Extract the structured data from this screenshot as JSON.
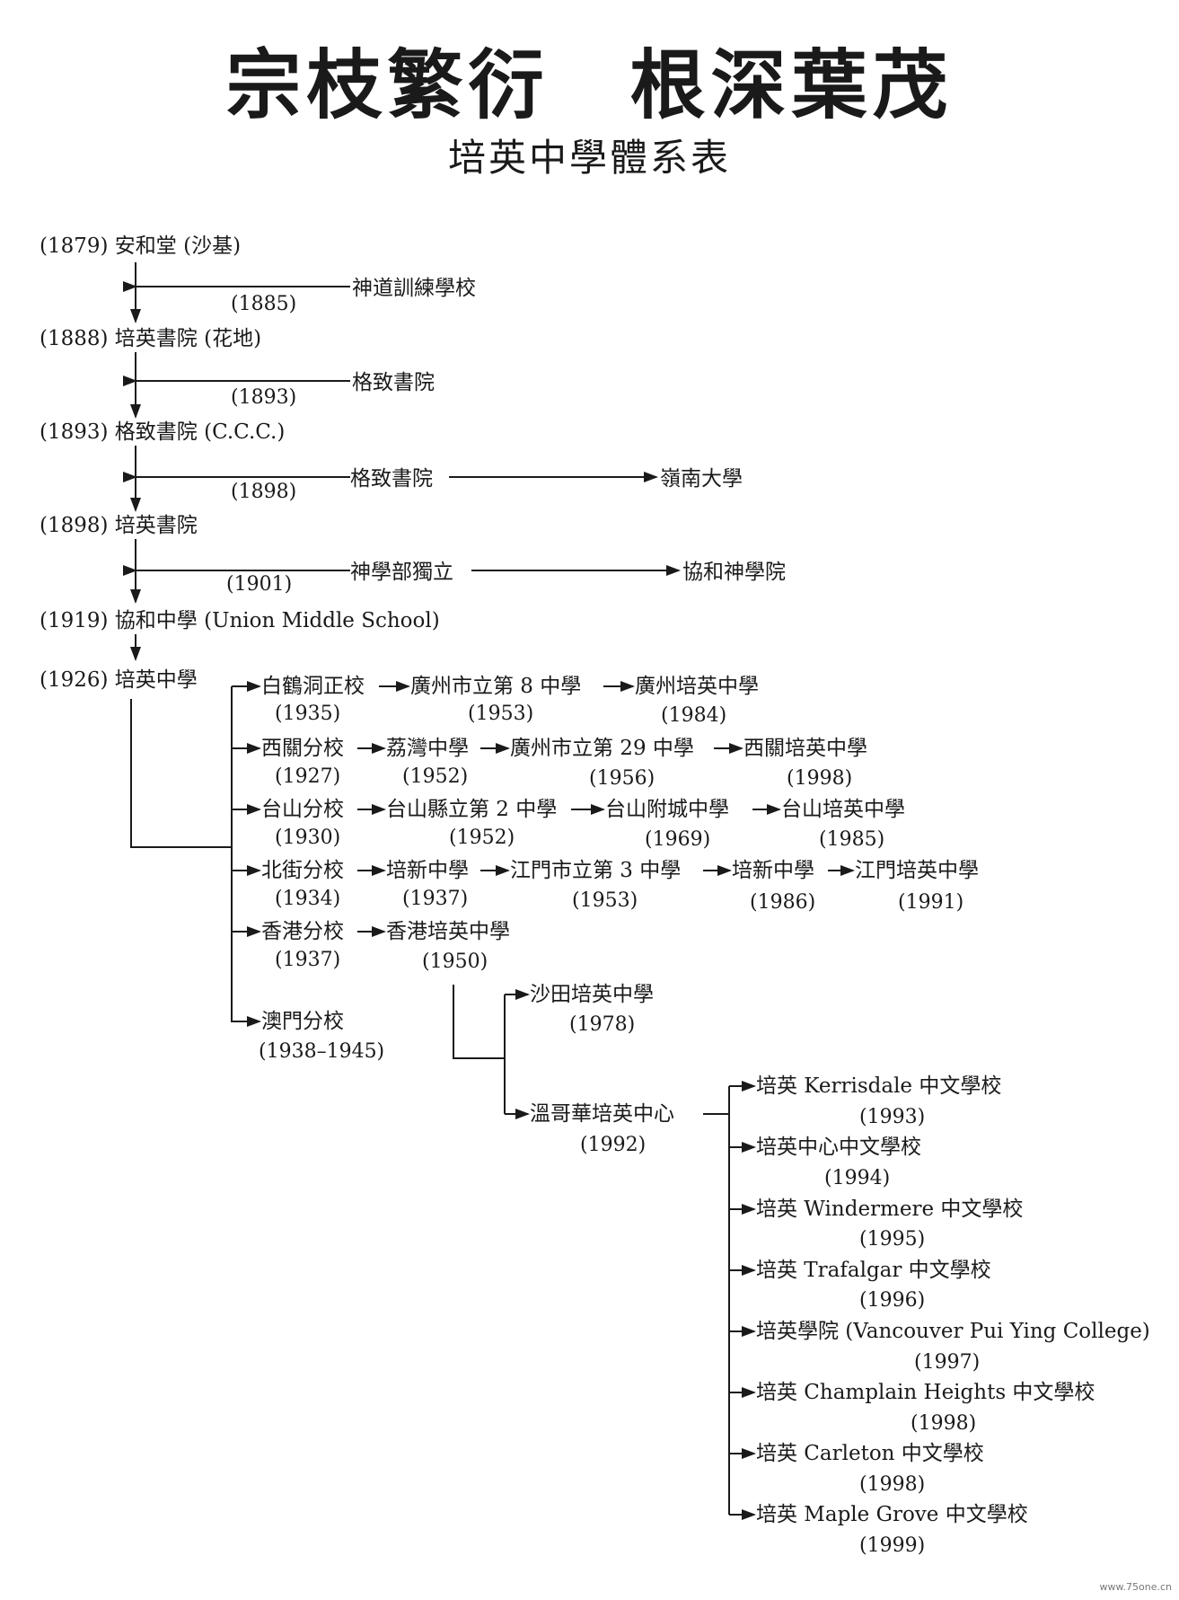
{
  "title": "宗枝繁衍　根深葉茂",
  "subtitle": "培英中學體系表",
  "nodes": {
    "n1879": "(1879) 安和堂 (沙基)",
    "n1885b": "神道訓練學校",
    "y1885": "(1885)",
    "n1888": "(1888) 培英書院 (花地)",
    "n1893b": "格致書院",
    "y1893": "(1893)",
    "n1893": "(1893) 格致書院 (C.C.C.)",
    "n1898b": "格致書院",
    "n1898c": "嶺南大學",
    "y1898": "(1898)",
    "n1898": "(1898) 培英書院",
    "n1901b": "神學部獨立",
    "n1901c": "協和神學院",
    "y1901": "(1901)",
    "n1919": "(1919) 協和中學 (Union Middle School)",
    "n1926": "(1926) 培英中學",
    "r1a": "白鶴洞正校",
    "r1b": "廣州市立第 8 中學",
    "r1c": "廣州培英中學",
    "r1ya": "(1935)",
    "r1yb": "(1953)",
    "r1yc": "(1984)",
    "r2a": "西關分校",
    "r2b": "荔灣中學",
    "r2c": "廣州市立第 29 中學",
    "r2d": "西關培英中學",
    "r2ya": "(1927)",
    "r2yb": "(1952)",
    "r2yc": "(1956)",
    "r2yd": "(1998)",
    "r3a": "台山分校",
    "r3b": "台山縣立第 2 中學",
    "r3c": "台山附城中學",
    "r3d": "台山培英中學",
    "r3ya": "(1930)",
    "r3yb": "(1952)",
    "r3yc": "(1969)",
    "r3yd": "(1985)",
    "r4a": "北街分校",
    "r4b": "培新中學",
    "r4c": "江門市立第 3 中學",
    "r4d": "培新中學",
    "r4e": "江門培英中學",
    "r4ya": "(1934)",
    "r4yb": "(1937)",
    "r4yc": "(1953)",
    "r4yd": "(1986)",
    "r4ye": "(1991)",
    "r5a": "香港分校",
    "r5b": "香港培英中學",
    "r5ya": "(1937)",
    "r5yb": "(1950)",
    "r6a": "澳門分校",
    "r6ya": "(1938–1945)",
    "hk1": "沙田培英中學",
    "hk1y": "(1978)",
    "hk2": "溫哥華培英中心",
    "hk2y": "(1992)",
    "v1": "培英 Kerrisdale 中文學校",
    "v1y": "(1993)",
    "v2": "培英中心中文學校",
    "v2y": "(1994)",
    "v3": "培英 Windermere 中文學校",
    "v3y": "(1995)",
    "v4": "培英 Trafalgar 中文學校",
    "v4y": "(1996)",
    "v5": "培英學院 (Vancouver Pui Ying College)",
    "v5y": "(1997)",
    "v6": "培英 Champlain Heights 中文學校",
    "v6y": "(1998)",
    "v7": "培英 Carleton 中文學校",
    "v7y": "(1998)",
    "v8": "培英 Maple Grove 中文學校",
    "v8y": "(1999)"
  },
  "watermark": "www.75one.cn"
}
